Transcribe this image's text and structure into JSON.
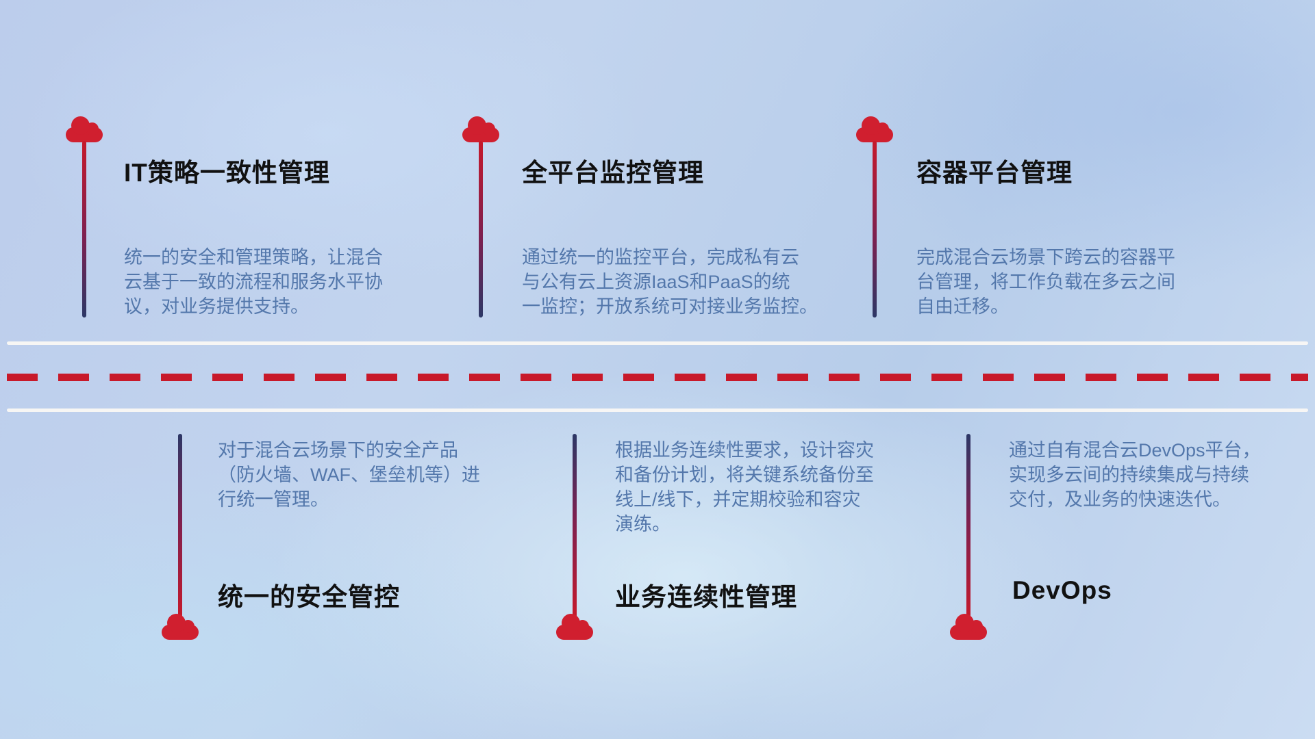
{
  "colors": {
    "cloud_red": "#d01f2f",
    "dashed_line_red": "#c8192a",
    "connector_red": "#c6192b",
    "connector_navy": "#2c3766",
    "title_color": "#111111",
    "description_color": "#5377ab",
    "road_line_white": "#faf8f4"
  },
  "top_items": [
    {
      "title": "IT策略一致性管理",
      "description": "统一的安全和管理策略，让混合\n云基于一致的流程和服务水平协\n议，对业务提供支持。"
    },
    {
      "title": "全平台监控管理",
      "description": "通过统一的监控平台，完成私有云\n与公有云上资源IaaS和PaaS的统\n一监控；开放系统可对接业务监控。"
    },
    {
      "title": "容器平台管理",
      "description": "完成混合云场景下跨云的容器平\n台管理，将工作负载在多云之间\n自由迁移。"
    }
  ],
  "bottom_items": [
    {
      "title": "统一的安全管控",
      "description": "对于混合云场景下的安全产品\n（防火墙、WAF、堡垒机等）进\n行统一管理。"
    },
    {
      "title": "业务连续性管理",
      "description": "根据业务连续性要求，设计容灾\n和备份计划，将关键系统备份至\n线上/线下，并定期校验和容灾\n演练。"
    },
    {
      "title": "DevOps",
      "description": "通过自有混合云DevOps平台，\n实现多云间的持续集成与持续\n交付，及业务的快速迭代。"
    }
  ]
}
